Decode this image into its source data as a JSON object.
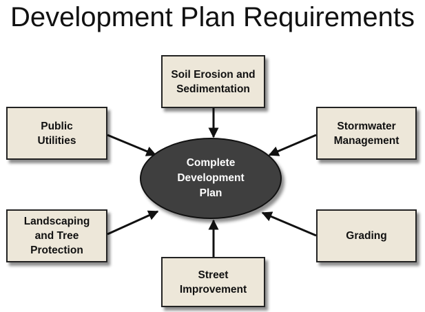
{
  "title": "Development Plan Requirements",
  "center": {
    "line1": "Complete",
    "line2": "Development",
    "line3": "Plan"
  },
  "nodes": {
    "soil": {
      "line1": "Soil Erosion and",
      "line2": "Sedimentation"
    },
    "utilities": {
      "line1": "Public",
      "line2": "Utilities"
    },
    "stormwater": {
      "line1": "Stormwater",
      "line2": "Management"
    },
    "landscaping": {
      "line1": "Landscaping",
      "line2": "and Tree",
      "line3": "Protection"
    },
    "grading": {
      "line1": "Grading"
    },
    "street": {
      "line1": "Street",
      "line2": "Improvement"
    }
  },
  "colors": {
    "box_fill": "#ede7d9",
    "center_fill": "#3f3f3f",
    "arrow": "#111111"
  }
}
